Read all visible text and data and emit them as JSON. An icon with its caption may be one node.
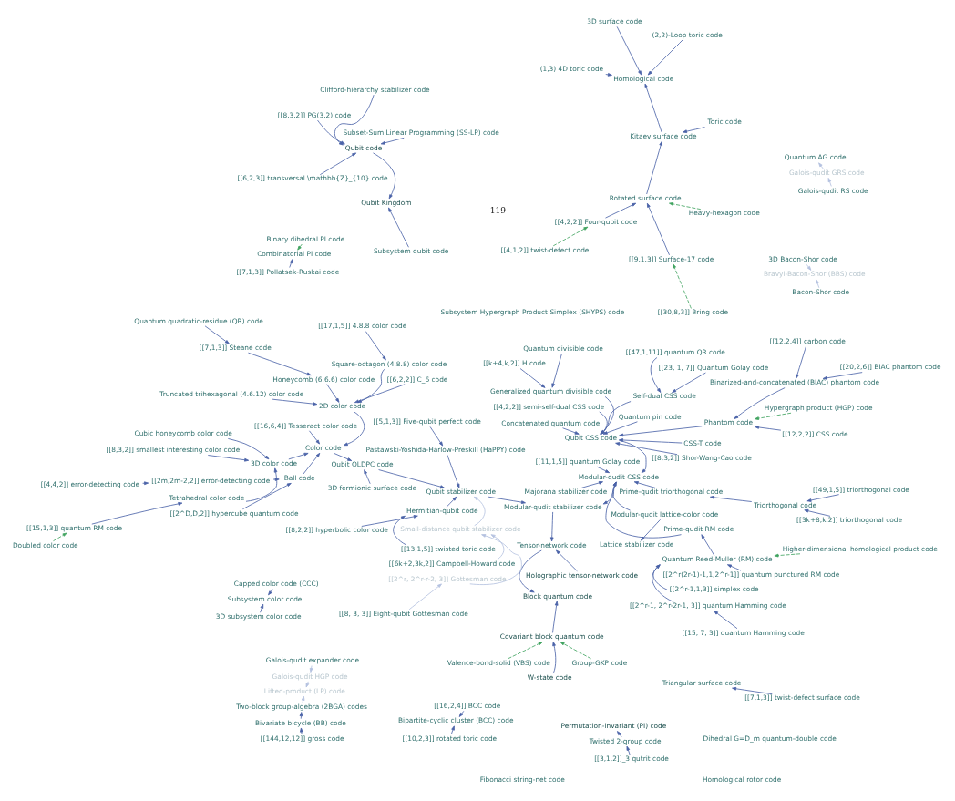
{
  "diagram": {
    "nodes": [
      {
        "text": [
          "Bivariate bicycle (BB) code"
        ]
      },
      {
        "text": [
          "[[144,12,12]] gross code"
        ]
      },
      {
        "text": [
          "Two-block group-algebra (2BGA) codes"
        ]
      },
      {
        "text": [
          "Lifted-product (LP) code"
        ]
      },
      {
        "text": [
          "Galois-qudit HGP code"
        ]
      },
      {
        "text": [
          "Galois-qudit expander code"
        ]
      },
      {
        "text": [
          "Quantum AG code"
        ]
      },
      {
        "text": [
          "Galois-qudit GRS code"
        ]
      },
      {
        "text": [
          "Galois-qudit RS code"
        ]
      },
      {
        "text": [
          "Subsystem color code"
        ]
      },
      {
        "text": [
          "Capped color code (CCC)"
        ]
      },
      {
        "text": [
          "3D subsystem color code"
        ]
      },
      {
        "text": [
          "Subsystem Hypergraph Product Simplex (SHYPS) code"
        ]
      },
      {
        "text": [
          "3D Bacon-Shor code"
        ]
      },
      {
        "text": [
          "Bravyi-Bacon-Shor (BBS) code"
        ]
      },
      {
        "text": [
          "Bacon-Shor code"
        ]
      },
      {
        "text": [
          "Triangular surface code"
        ]
      },
      {
        "text": [
          "[[7,1,3]] twist-defect surface code"
        ]
      },
      {
        "text": [
          "Homological code"
        ]
      },
      {
        "text": [
          "(2,2)-Loop toric code"
        ]
      },
      {
        "text": [
          "(1,3) 4D toric code"
        ]
      },
      {
        "text": [
          "3D surface code"
        ]
      },
      {
        "text": [
          "Kitaev surface code"
        ]
      },
      {
        "text": [
          "Toric code"
        ]
      },
      {
        "text": [
          "Rotated surface code"
        ]
      },
      {
        "text": [
          "Heavy-hexagon code"
        ]
      },
      {
        "text": [
          "[[4,2,2]] Four-qubit code"
        ]
      },
      {
        "text": [
          "[[9,1,3]] Surface-17 code"
        ]
      },
      {
        "text": [
          "[[30,8,3]] Bring code"
        ]
      },
      {
        "text": [
          "[[4,1,2]] twist-defect code"
        ]
      },
      {
        "text": [
          "Bipartite-cyclic cluster (BCC) code"
        ]
      },
      {
        "text": [
          "[[16,2,4]] BCC code"
        ]
      },
      {
        "text": [
          "[[10,2,3]] rotated toric code"
        ]
      },
      {
        "text": [
          "Combinatorial PI code"
        ]
      },
      {
        "text": [
          "Binary dihedral PI code"
        ]
      },
      {
        "text": [
          "[[7,1,3]] Pollatsek-Ruskai code"
        ]
      },
      {
        "text": [
          "Permutation-invariant (PI) code"
        ]
      },
      {
        "text": [
          "Twisted 2-group code"
        ]
      },
      {
        "text": [
          "[[3,1,2]]_3 qutrit code"
        ]
      },
      {
        "text": [
          "Block quantum code"
        ]
      },
      {
        "text": [
          "Covariant block quantum code"
        ]
      },
      {
        "text": [
          "W-state code"
        ]
      },
      {
        "text": [
          "Valence-bond-solid (VBS) code"
        ]
      },
      {
        "text": [
          "Group-GKP code"
        ]
      },
      {
        "text": [
          "Tensor-network code"
        ]
      },
      {
        "text": [
          "Holographic tensor-network code"
        ]
      },
      {
        "text": [
          "Qubit Kingdom"
        ]
      },
      {
        "text": [
          "Subsystem qubit code"
        ]
      },
      {
        "text": [
          "Qubit code"
        ]
      },
      {
        "text": [
          "[[8,3,2]] PG(3,2) code"
        ]
      },
      {
        "text": [
          "Subset-Sum Linear Programming (SS-LP) code"
        ]
      },
      {
        "text": [
          "Clifford-hierarchy stabilizer code"
        ]
      },
      {
        "text": [
          "[[6,2,3]] transversal \\mathbb{Z}_{10} code"
        ]
      },
      {
        "text": [
          "Fibonacci string-net code"
        ]
      },
      {
        "text": [
          "Dihedral G=D_m quantum-double code"
        ]
      },
      {
        "text": [
          "Homological rotor code"
        ]
      },
      {
        "text": [
          "Modular-qudit stabilizer code"
        ]
      },
      {
        "text": [
          "[[6k+2,3k,2]] Campbell-Howard code"
        ]
      },
      {
        "text": [
          "[[2^r, 2^r-r-2, 3]] Gottesman code"
        ]
      },
      {
        "text": [
          "[[8, 3, 3]] Eight-qubit Gottesman code"
        ]
      },
      {
        "text": [
          "Small-distance qubit stabilizer code"
        ]
      },
      {
        "text": [
          "Qubit stabilizer code"
        ]
      },
      {
        "text": [
          "Lattice stabilizer code"
        ]
      },
      {
        "text": [
          "[[5,1,3]] Five-qubit perfect code"
        ]
      },
      {
        "text": [
          "Modular-qudit CSS code"
        ]
      },
      {
        "text": [
          "Modular-qudit lattice-color code"
        ]
      },
      {
        "text": [
          "Pastawski-Yoshida-Harlow-Preskill (HaPPY) code"
        ]
      },
      {
        "text": [
          "Majorana stabilizer code"
        ]
      },
      {
        "text": [
          "Prime-qudit triorthogonal code"
        ]
      },
      {
        "text": [
          "Hermitian-qubit code"
        ]
      },
      {
        "text": [
          "[[13,1,5]] twisted toric code"
        ]
      },
      {
        "text": [
          "[[8,2,2]] hyperbolic color code"
        ]
      },
      {
        "text": [
          "[[11,1,5]] quantum Golay code"
        ]
      },
      {
        "text": [
          "Prime-qudit RM code"
        ]
      },
      {
        "text": [
          "Triorthogonal code"
        ]
      },
      {
        "text": [
          "[[49,1,5]] triorthogonal code"
        ]
      },
      {
        "text": [
          "[[3k+8,k,2]] triorthogonal code"
        ]
      },
      {
        "text": [
          "Quantum Reed-Muller (RM) code"
        ]
      },
      {
        "text": [
          "[[2^r(2r-1)-1,1,2^r-1]] quantum punctured RM code"
        ]
      },
      {
        "text": [
          "Higher-dimensional homological product code"
        ]
      },
      {
        "text": [
          "[[2^r-1, 2^r-2r-1, 3]] quantum Hamming code"
        ]
      },
      {
        "text": [
          "[[2^r-1,1,3]] simplex code"
        ]
      },
      {
        "text": [
          "[[15, 7, 3]] quantum Hamming code"
        ]
      },
      {
        "text": [
          "Qubit CSS code"
        ]
      },
      {
        "text": [
          "[[8,3,2]] Shor-Wang-Cao code"
        ]
      },
      {
        "text": [
          "Concatenated quantum code"
        ]
      },
      {
        "text": [
          "Generalized quantum divisible code"
        ]
      },
      {
        "text": [
          "Quantum divisible code"
        ]
      },
      {
        "text": [
          "[[k+4,k,2]] H code"
        ]
      },
      {
        "text": [
          "Quantum pin code"
        ]
      },
      {
        "text": [
          "[[4,2,2]] semi-self-dual CSS code"
        ]
      },
      {
        "text": [
          "Qubit QLDPC code"
        ]
      },
      {
        "text": [
          "Hypergraph product (HGP) code"
        ]
      },
      {
        "text": [
          "Phantom code"
        ]
      },
      {
        "text": [
          "Self-dual CSS code"
        ]
      },
      {
        "text": [
          "CSS-T code"
        ]
      },
      {
        "text": [
          "3D fermionic surface code"
        ]
      },
      {
        "text": [
          "[[23, 1, 7]] Quantum Golay code"
        ]
      },
      {
        "text": [
          "Binarized-and-concatenated (BIAC) phantom code"
        ]
      },
      {
        "text": [
          "[[12,2,4]] carbon code"
        ]
      },
      {
        "text": [
          "[[12,2,2]] CSS code"
        ]
      },
      {
        "text": [
          "[[47,1,11]] quantum QR code"
        ]
      },
      {
        "text": [
          "[[20,2,6]] BIAC phantom code"
        ]
      },
      {
        "text": [
          "Color code"
        ]
      },
      {
        "text": [
          "Ball code"
        ]
      },
      {
        "text": [
          "[[2m,2m-2,2]] error-detecting code"
        ]
      },
      {
        "text": [
          "[[4,4,2]] error-detecting code"
        ]
      },
      {
        "text": [
          "[[2^D,D,2]] hypercube quantum code"
        ]
      },
      {
        "text": [
          "[[16,6,4]] Tesseract color code"
        ]
      },
      {
        "text": [
          "3D color code"
        ]
      },
      {
        "text": [
          "Cubic honeycomb color code"
        ]
      },
      {
        "text": [
          "[[8,3,2]] smallest interesting color code"
        ]
      },
      {
        "text": [
          "2D color code"
        ]
      },
      {
        "text": [
          "[[6,2,2]] C_6 code"
        ]
      },
      {
        "text": [
          "Truncated trihexagonal (4.6.12) color code"
        ]
      },
      {
        "text": [
          "Tetrahedral color code"
        ]
      },
      {
        "text": [
          "Honeycomb (6.6.6) color code"
        ]
      },
      {
        "text": [
          "Square-octagon (4.8.8) color code"
        ]
      },
      {
        "text": [
          "[[7,1,3]] Steane code"
        ]
      },
      {
        "text": [
          "[[15,1,3]] quantum RM code"
        ]
      },
      {
        "text": [
          "[[17,1,5]] 4.8.8 color code"
        ]
      },
      {
        "text": [
          "Quantum quadratic-residue (QR) code"
        ]
      },
      {
        "text": [
          "Doubled color code"
        ]
      }
    ],
    "edges": [
      {
        "from": 1,
        "to": 0,
        "arrow": "to"
      },
      {
        "from": 0,
        "to": 2,
        "arrow": "to"
      },
      {
        "from": 2,
        "to": 3,
        "arrow": "to",
        "color": "#b4c1e0"
      },
      {
        "from": 4,
        "to": 3,
        "arrow": "to",
        "color": "#b4c1e0"
      },
      {
        "from": 5,
        "to": 4,
        "arrow": "to",
        "color": "#b4c1e0"
      },
      {
        "from": 8,
        "to": 7,
        "arrow": "to",
        "color": "#b4c1e0"
      },
      {
        "from": 7,
        "to": 6,
        "arrow": "to",
        "color": "#b4c1e0"
      },
      {
        "from": 10,
        "to": 9,
        "arrow": "to"
      },
      {
        "from": 11,
        "to": 9,
        "arrow": "to"
      },
      {
        "from": 13,
        "to": 14,
        "arrow": "to",
        "color": "#b4c1e0"
      },
      {
        "from": 15,
        "to": 14,
        "arrow": "to",
        "color": "#b4c1e0"
      },
      {
        "from": 17,
        "to": 16,
        "arrow": "to"
      },
      {
        "from": 19,
        "to": 18,
        "arrow": "to"
      },
      {
        "from": 20,
        "to": 18,
        "arrow": "to"
      },
      {
        "from": 21,
        "to": 18,
        "arrow": "to"
      },
      {
        "from": 22,
        "to": 18,
        "arrow": "to"
      },
      {
        "from": 23,
        "to": 22,
        "arrow": "to"
      },
      {
        "from": 24,
        "to": 22,
        "arrow": "to"
      },
      {
        "from": 25,
        "to": 24,
        "arrow": "to",
        "style": "dashed",
        "color": "#3fa35f"
      },
      {
        "from": 26,
        "to": 24,
        "arrow": "to"
      },
      {
        "from": 27,
        "to": 24,
        "arrow": "to"
      },
      {
        "from": 28,
        "to": 27,
        "arrow": "to",
        "style": "dashed",
        "color": "#3fa35f"
      },
      {
        "from": 29,
        "to": 26,
        "arrow": "to",
        "style": "dashed",
        "color": "#3fa35f"
      },
      {
        "from": 31,
        "to": 30,
        "arrow": "to"
      },
      {
        "from": 32,
        "to": 30,
        "arrow": "to"
      },
      {
        "from": 34,
        "to": 33,
        "arrow": "to",
        "style": "dashed",
        "color": "#3fa35f"
      },
      {
        "from": 35,
        "to": 33,
        "arrow": "to"
      },
      {
        "from": 37,
        "to": 36,
        "arrow": "to"
      },
      {
        "from": 38,
        "to": 37,
        "arrow": "to"
      },
      {
        "from": 40,
        "to": 39,
        "arrow": "to"
      },
      {
        "from": 41,
        "to": 40,
        "arrow": "to"
      },
      {
        "from": 42,
        "to": 40,
        "arrow": "to",
        "style": "dashed",
        "color": "#3fa35f"
      },
      {
        "from": 43,
        "to": 40,
        "arrow": "to",
        "style": "dashed",
        "color": "#3fa35f"
      },
      {
        "from": 44,
        "to": 39,
        "arrow": "to"
      },
      {
        "from": 45,
        "to": 44,
        "arrow": "to"
      },
      {
        "from": 47,
        "to": 46,
        "arrow": "to"
      },
      {
        "from": 48,
        "to": 46,
        "arrow": "to"
      },
      {
        "from": 49,
        "to": 48,
        "arrow": "to"
      },
      {
        "from": 50,
        "to": 48,
        "arrow": "to"
      },
      {
        "from": 51,
        "to": 48,
        "arrow": "to"
      },
      {
        "from": 52,
        "to": 48,
        "arrow": "to"
      },
      {
        "from": 56,
        "to": 44,
        "arrow": "to"
      },
      {
        "from": 64,
        "to": 56,
        "arrow": "to"
      },
      {
        "from": 61,
        "to": 56,
        "arrow": "to"
      },
      {
        "from": 57,
        "to": 60,
        "arrow": "to",
        "color": "#b4c1e0"
      },
      {
        "from": 58,
        "to": 60,
        "arrow": "to",
        "color": "#b4c1e0"
      },
      {
        "from": 59,
        "to": 58,
        "arrow": "to",
        "color": "#b4c1e0"
      },
      {
        "from": 60,
        "to": 61,
        "arrow": "to",
        "color": "#b4c1e0"
      },
      {
        "from": 65,
        "to": 62,
        "arrow": "to"
      },
      {
        "from": 63,
        "to": 66,
        "arrow": "to"
      },
      {
        "from": 65,
        "to": 64,
        "arrow": "to"
      },
      {
        "from": 73,
        "to": 64,
        "arrow": "to"
      },
      {
        "from": 77,
        "to": 73,
        "arrow": "to"
      },
      {
        "from": 66,
        "to": 61,
        "arrow": "to"
      },
      {
        "from": 67,
        "to": 64,
        "arrow": "to"
      },
      {
        "from": 68,
        "to": 64,
        "arrow": "to"
      },
      {
        "from": 74,
        "to": 68,
        "arrow": "to"
      },
      {
        "from": 75,
        "to": 74,
        "arrow": "to"
      },
      {
        "from": 76,
        "to": 74,
        "arrow": "to"
      },
      {
        "from": 72,
        "to": 64,
        "arrow": "to"
      },
      {
        "from": 69,
        "to": 61,
        "arrow": "to"
      },
      {
        "from": 70,
        "to": 69,
        "arrow": "to"
      },
      {
        "from": 71,
        "to": 69,
        "arrow": "to"
      },
      {
        "from": 91,
        "to": 61,
        "arrow": "to"
      },
      {
        "from": 103,
        "to": 91,
        "arrow": "to"
      },
      {
        "from": 96,
        "to": 91,
        "arrow": "to"
      },
      {
        "from": 83,
        "to": 64,
        "arrow": "to"
      },
      {
        "from": 84,
        "to": 83,
        "arrow": "to"
      },
      {
        "from": 85,
        "to": 83,
        "arrow": "to"
      },
      {
        "from": 86,
        "to": 83,
        "arrow": "to"
      },
      {
        "from": 87,
        "to": 86,
        "arrow": "to"
      },
      {
        "from": 88,
        "to": 86,
        "arrow": "to"
      },
      {
        "from": 89,
        "to": 83,
        "arrow": "to"
      },
      {
        "from": 93,
        "to": 83,
        "arrow": "to"
      },
      {
        "from": 90,
        "to": 83,
        "arrow": "to"
      },
      {
        "from": 94,
        "to": 83,
        "arrow": "to"
      },
      {
        "from": 95,
        "to": 83,
        "arrow": "to"
      },
      {
        "from": 92,
        "to": 93,
        "arrow": "to",
        "style": "dashed",
        "color": "#3fa35f"
      },
      {
        "from": 98,
        "to": 93,
        "arrow": "to"
      },
      {
        "from": 99,
        "to": 98,
        "arrow": "to"
      },
      {
        "from": 102,
        "to": 98,
        "arrow": "to"
      },
      {
        "from": 100,
        "to": 93,
        "arrow": "to"
      },
      {
        "from": 101,
        "to": 94,
        "arrow": "to"
      },
      {
        "from": 97,
        "to": 94,
        "arrow": "to"
      },
      {
        "from": 78,
        "to": 77,
        "arrow": "to"
      },
      {
        "from": 80,
        "to": 77,
        "arrow": "to"
      },
      {
        "from": 81,
        "to": 77,
        "arrow": "to"
      },
      {
        "from": 79,
        "to": 77,
        "arrow": "to",
        "style": "dashed",
        "color": "#3fa35f"
      },
      {
        "from": 82,
        "to": 80,
        "arrow": "to"
      },
      {
        "from": 104,
        "to": 103,
        "arrow": "to"
      },
      {
        "from": 105,
        "to": 104,
        "arrow": "to"
      },
      {
        "from": 106,
        "to": 105,
        "arrow": "to"
      },
      {
        "from": 107,
        "to": 104,
        "arrow": "to"
      },
      {
        "from": 108,
        "to": 103,
        "arrow": "to"
      },
      {
        "from": 109,
        "to": 103,
        "arrow": "to"
      },
      {
        "from": 110,
        "to": 109,
        "arrow": "to"
      },
      {
        "from": 111,
        "to": 109,
        "arrow": "to"
      },
      {
        "from": 112,
        "to": 103,
        "arrow": "to"
      },
      {
        "from": 113,
        "to": 112,
        "arrow": "to"
      },
      {
        "from": 114,
        "to": 112,
        "arrow": "to"
      },
      {
        "from": 116,
        "to": 112,
        "arrow": "to"
      },
      {
        "from": 117,
        "to": 112,
        "arrow": "to"
      },
      {
        "from": 115,
        "to": 109,
        "arrow": "to"
      },
      {
        "from": 119,
        "to": 115,
        "arrow": "to"
      },
      {
        "from": 122,
        "to": 119,
        "arrow": "to",
        "style": "dashed",
        "color": "#3fa35f"
      },
      {
        "from": 118,
        "to": 116,
        "arrow": "to"
      },
      {
        "from": 121,
        "to": 118,
        "arrow": "to"
      },
      {
        "from": 120,
        "to": 117,
        "arrow": "to"
      }
    ],
    "labels": [
      "119"
    ]
  }
}
